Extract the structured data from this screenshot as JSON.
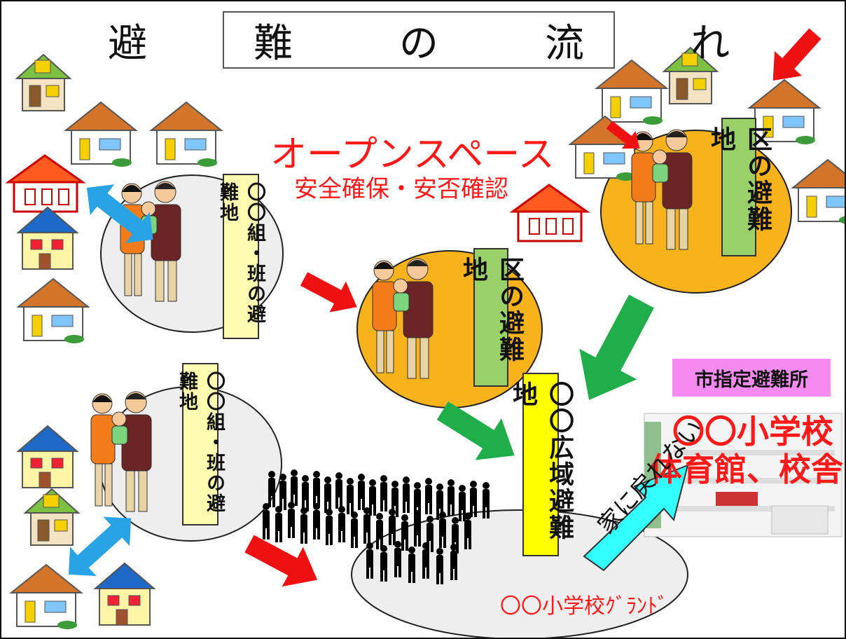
{
  "title": "避　難　の　流　れ",
  "open_space": {
    "title": "オープンスペース",
    "subtitle": "安全確保・安否確認"
  },
  "labels": {
    "group_shelter_1": "〇〇組・班の避難地",
    "group_shelter_2": "〇〇組・班の避難地",
    "ward_shelter_center": "区の避難地",
    "ward_shelter_top_right": "区の避難地",
    "wide_area_shelter": "〇〇広域避難地"
  },
  "school_ground": "〇〇小学校ｸﾞﾗﾝﾄﾞ",
  "city_shelter": {
    "badge": "市指定避難所",
    "name": "〇〇小学校",
    "facilities": "体育館、校舎"
  },
  "cannot_return": "家に戻れない",
  "colors": {
    "red_text": "#ff1a1a",
    "orange_circle": "#f7b21c",
    "grey_circle": "#eeeeee",
    "blue_arrow": "#29a3e3",
    "green_arrow": "#1fae4a",
    "red_arrow": "#ee1111",
    "cyan_arrow": "#33ffff",
    "pink_badge": "#f58af0"
  }
}
